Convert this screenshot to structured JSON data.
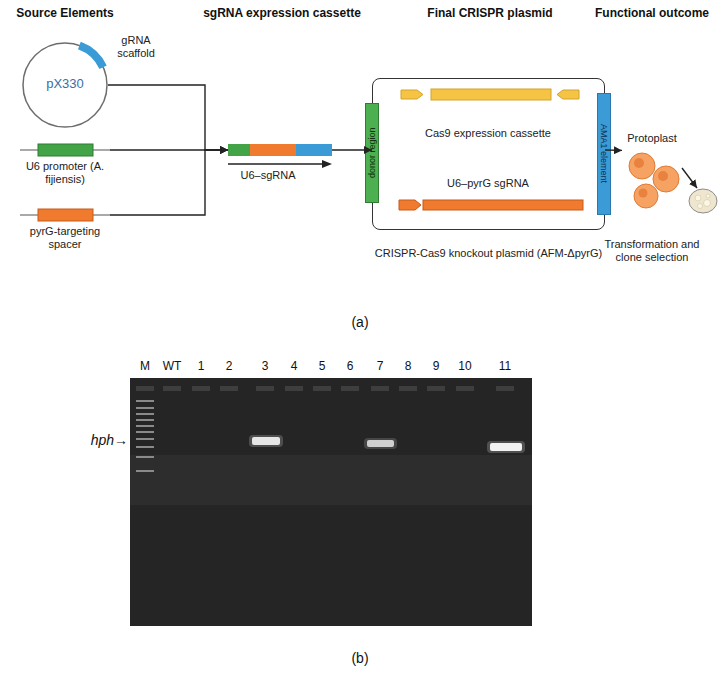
{
  "diagram": {
    "nodes": [
      {
        "text": [
          "pX330",
          "gRNA scaffold"
        ]
      },
      {
        "text": [
          "U6 promoter (A. fijiensis)"
        ]
      },
      {
        "text": [
          "pyrG-targeting spacer"
        ]
      },
      {
        "text": [
          "U6–sgRNA"
        ]
      },
      {
        "text": [
          "CRISPR-Cas9 knockout plasmid (AFM-ΔpyrG)"
        ]
      },
      {
        "text": [
          "donor region"
        ],
        "in": 4
      },
      {
        "text": [
          "Cas9 expression cassette"
        ],
        "in": 4
      },
      {
        "text": [
          "U6–pyrG sgRNA"
        ],
        "in": 4
      },
      {
        "text": [
          "AMA1 element"
        ],
        "in": 4
      },
      {
        "text": [
          "Protoplast"
        ]
      },
      {
        "text": [
          "Transformation and clone selection"
        ]
      }
    ],
    "edges": [
      {
        "from": 0,
        "to": 3,
        "arrow": "to"
      },
      {
        "from": 1,
        "to": 3,
        "arrow": "to"
      },
      {
        "from": 2,
        "to": 3,
        "arrow": "to"
      },
      {
        "from": 3,
        "to": 4,
        "arrow": "to"
      },
      {
        "from": 4,
        "to": 9,
        "arrow": "to"
      },
      {
        "from": 9,
        "to": 10,
        "arrow": "to"
      }
    ],
    "labels": [
      "Source Elements",
      "sgRNA expression cassette",
      "Final CRISPR plasmid",
      "Functional outcome",
      "(a)",
      "M",
      "WT",
      "1",
      "2",
      "3",
      "4",
      "5",
      "6",
      "7",
      "8",
      "9",
      "10",
      "11",
      "hph→",
      "(b)"
    ]
  }
}
